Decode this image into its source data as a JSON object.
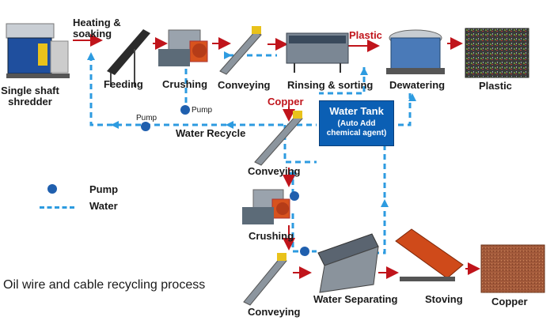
{
  "title": "Oil wire and cable recycling process",
  "labels": {
    "shredder": "Single shaft\nshredder",
    "heating": "Heating &\nsoaking",
    "feeding": "Feeding",
    "crushing1": "Crushing",
    "conveying1": "Conveying",
    "rinsing": "Rinsing & sorting",
    "dewatering": "Dewatering",
    "plastic_arrow": "Plastic",
    "plastic_out": "Plastic",
    "copper_arrow": "Copper",
    "pump1": "Pump",
    "pump2": "Pump",
    "water_recycle": "Water Recycle",
    "conveying2": "Conveying",
    "crushing2": "Crushing",
    "conveying3": "Conveying",
    "water_separating": "Water Separating",
    "stoving": "Stoving",
    "copper_out": "Copper"
  },
  "tank": {
    "title": "Water Tank",
    "subtitle": "(Auto Add\nchemical agent)"
  },
  "legend": {
    "pump": "Pump",
    "water": "Water"
  },
  "colors": {
    "water_line": "#2d9be0",
    "pump": "#1f5fae",
    "arrow_red": "#c0141b",
    "tank": "#0b5fb4"
  }
}
